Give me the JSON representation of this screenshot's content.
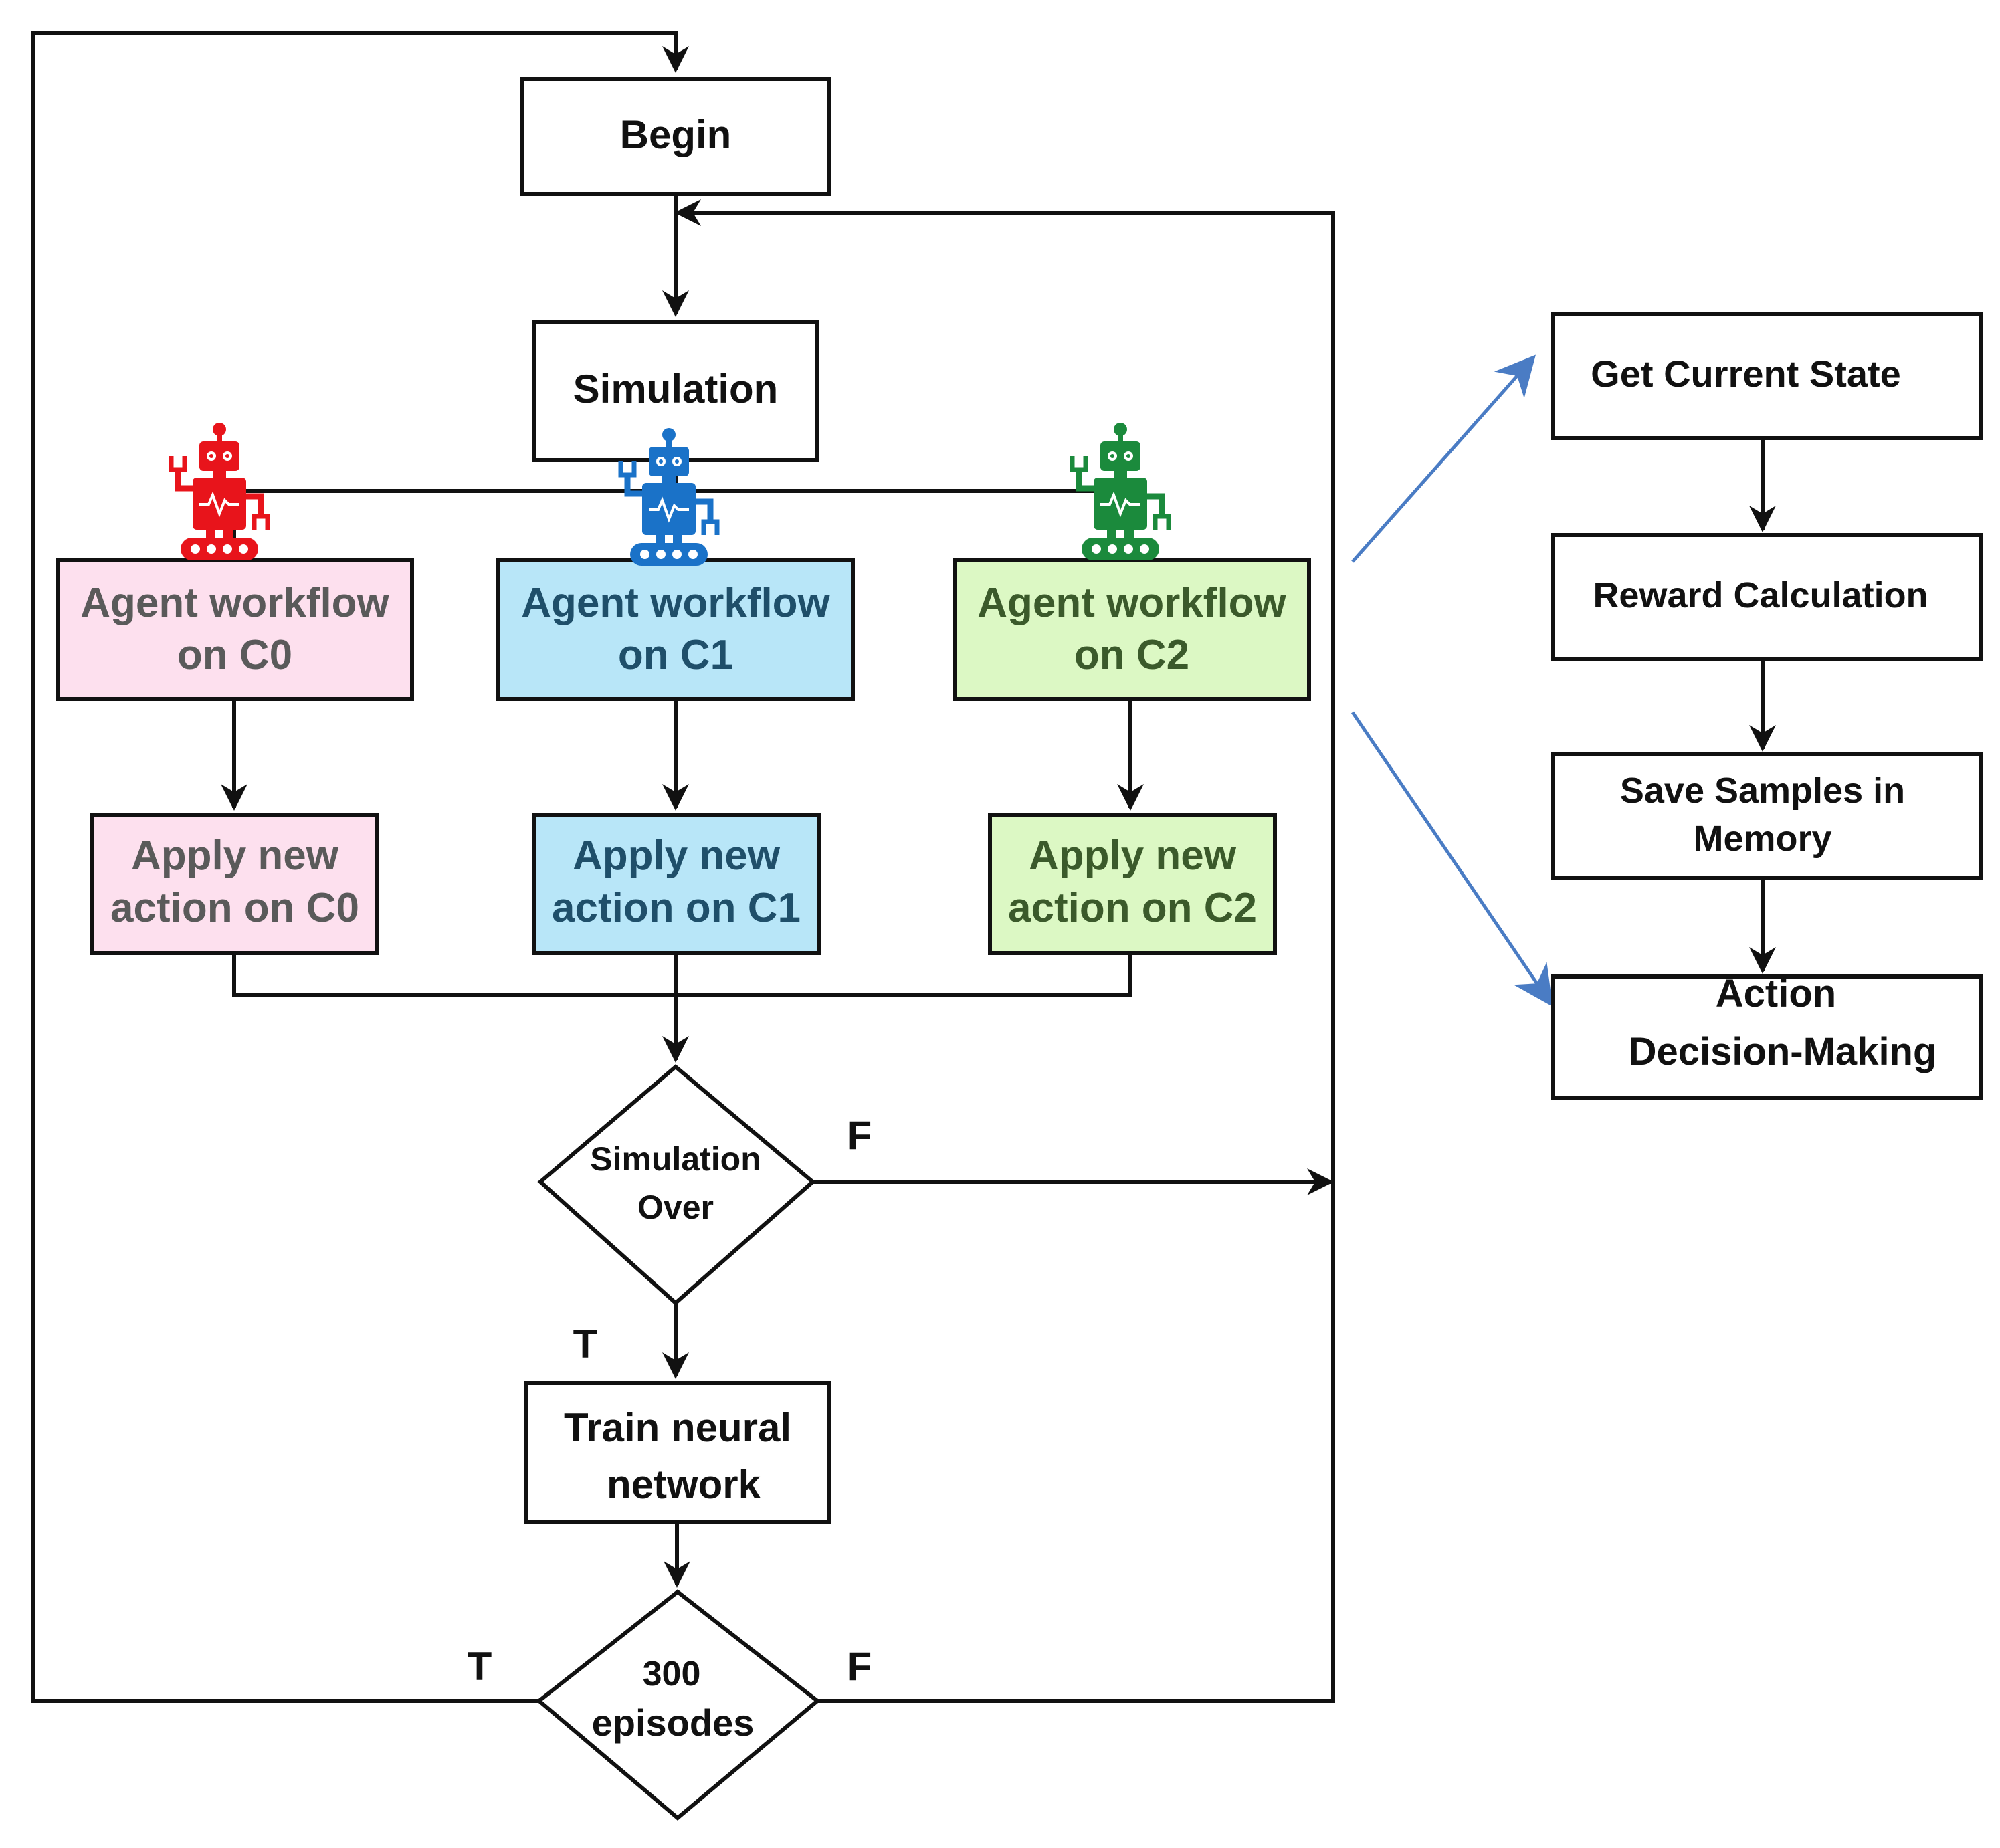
{
  "nodes": {
    "begin": "Begin",
    "simulation": "Simulation",
    "agent_c0": [
      "Agent workflow",
      "on C0"
    ],
    "agent_c1": [
      "Agent workflow",
      "on C1"
    ],
    "agent_c2": [
      "Agent workflow",
      "on C2"
    ],
    "apply_c0": [
      "Apply new",
      "action on C0"
    ],
    "apply_c1": [
      "Apply new",
      "action on C1"
    ],
    "apply_c2": [
      "Apply new",
      "action on C2"
    ],
    "sim_over": [
      "Simulation",
      "Over"
    ],
    "train": [
      "Train neural",
      "network"
    ],
    "episodes": [
      "300",
      "episodes"
    ],
    "get_state": "Get Current State",
    "reward": "Reward Calculation",
    "save_samples": [
      "Save Samples in",
      "Memory"
    ],
    "action": [
      "Action",
      "Decision-Making"
    ]
  },
  "edge_labels": {
    "sim_over_false": "F",
    "sim_over_true": "T",
    "episodes_true": "T",
    "episodes_false": "F"
  },
  "colors": {
    "agent_c0_fill": "#fde0ee",
    "agent_c1_fill": "#b8e6f8",
    "agent_c2_fill": "#dcf8c4",
    "robot_c0": "#e8141b",
    "robot_c1": "#1a72c8",
    "robot_c2": "#1b8a3c",
    "detail_arrow": "#4a7cc4"
  },
  "icons": [
    "robot-icon-red",
    "robot-icon-blue",
    "robot-icon-green"
  ]
}
